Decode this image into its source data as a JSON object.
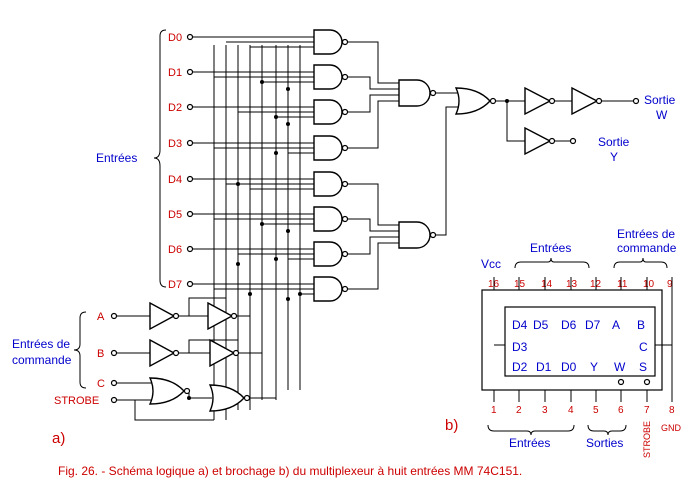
{
  "diagram_a": {
    "inputs": [
      "D0",
      "D1",
      "D2",
      "D3",
      "D4",
      "D5",
      "D6",
      "D7"
    ],
    "group_inputs": "Entrées",
    "group_control_1": "Entrées de",
    "group_control_2": "commande",
    "ctrl": [
      "A",
      "B",
      "C",
      "STROBE"
    ],
    "out_w_1": "Sortie",
    "out_w_2": "W",
    "out_y_1": "Sortie",
    "out_y_2": "Y",
    "panel_label": "a)"
  },
  "diagram_b": {
    "vcc": "Vcc",
    "entrees_top": "Entrées",
    "cmd_1": "Entrées de",
    "cmd_2": "commande",
    "top_pins": [
      "16",
      "15",
      "14",
      "13",
      "12",
      "11",
      "10",
      "9"
    ],
    "top_names": [
      "D4",
      "D5",
      "D6",
      "D7",
      "A",
      "B"
    ],
    "left_name": "D3",
    "right_name": "C",
    "bottom_names": [
      "D2",
      "D1",
      "D0",
      "Y",
      "W",
      "S"
    ],
    "bottom_pins": [
      "1",
      "2",
      "3",
      "4",
      "5",
      "6",
      "7",
      "8"
    ],
    "entrees_bottom": "Entrées",
    "sorties": "Sorties",
    "strobe": "STROBE",
    "gnd": "GND",
    "panel_label": "b)"
  },
  "caption": "Fig. 26. - Schéma logique a) et brochage b) du multiplexeur à huit entrées MM 74C151."
}
